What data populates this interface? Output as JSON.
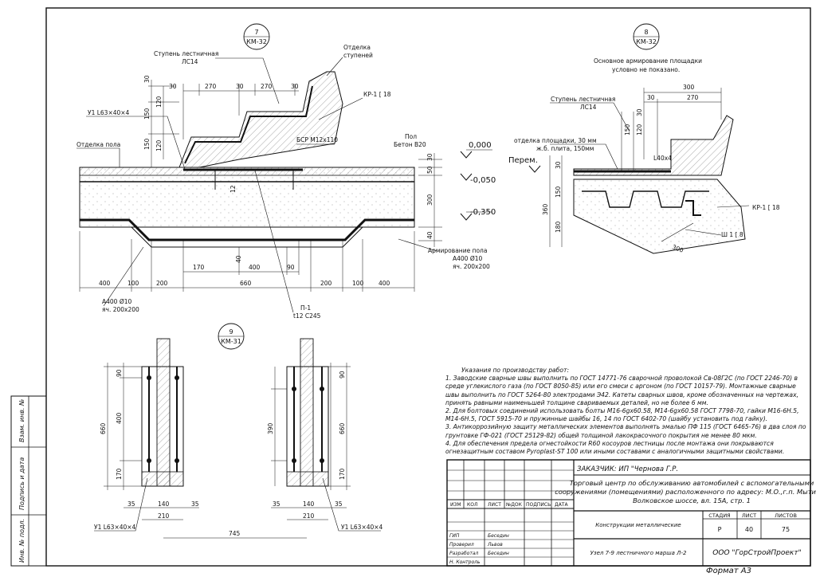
{
  "callouts": {
    "c7": {
      "num": "7",
      "sheet": "КМ-32"
    },
    "c8": {
      "num": "8",
      "sheet": "КМ-32"
    },
    "c9": {
      "num": "9",
      "sheet": "КМ-31"
    }
  },
  "labels": {
    "stair_step": "Ступень лестничная",
    "stair_step_code": "ЛС14",
    "step_finish_1": "Отделка",
    "step_finish_2": "ступеней",
    "kr1": "КР-1 [ 18",
    "u1": "У1 L63×40×4",
    "floor_finish": "Отделка пола",
    "bsr": "БСР М12х110",
    "floor_1": "Пол",
    "floor_2": "Бетон В20",
    "armir_1": "Армирование пола",
    "armir_2": "А400 Ø10",
    "armir_3": "яч. 200х200",
    "a400_1": "А400 Ø10",
    "a400_2": "яч. 200х200",
    "p1_1": "П-1",
    "p1_2": "t12 С245",
    "main_armir_1": "Основное армирование площадки",
    "main_armir_2": "условно не показано.",
    "platform_finish": "отделка площадки, 30 мм",
    "rc_slab": "ж.б. плита, 150мм",
    "l40": "L40x4",
    "perem": "Перем.",
    "sh1": "Ш 1 [ 8",
    "kr1_b": "КР-1 [ 18",
    "u1_left": "У1 L63×40×4",
    "u1_right": "У1 L63×40×4",
    "lev_0": "0,000",
    "lev_050": "-0,050",
    "lev_350": "-0,350"
  },
  "dims": {
    "d270a": "270",
    "d30a": "30",
    "d270b": "270",
    "d30b": "30",
    "d30c": "30",
    "v150a": "150",
    "v120a": "120",
    "v30a": "30",
    "v150b": "150",
    "v120b": "120",
    "v30r": "30",
    "v50r": "50",
    "v300r": "300",
    "v40r": "40",
    "v12": "12",
    "v40c": "40",
    "b400a": "400",
    "b100a": "100",
    "b200a": "200",
    "b660": "660",
    "b200b": "200",
    "b100b": "100",
    "b400b": "400",
    "m170": "170",
    "m400": "400",
    "m90": "90",
    "r300a": "300",
    "r30a": "30",
    "r270": "270",
    "r150": "150",
    "r120": "120",
    "r30b": "30",
    "r30c": "30",
    "r150b": "150",
    "r360": "360",
    "r180": "180",
    "r300b": "300",
    "l90": "90",
    "l400": "400",
    "l660": "660",
    "l170": "170",
    "l35a": "35",
    "l140": "140",
    "l35b": "35",
    "l210": "210",
    "rr90": "90",
    "rr390": "390",
    "rr660": "660",
    "rr170": "170",
    "rr35a": "35",
    "rr140": "140",
    "rr35b": "35",
    "rr210": "210",
    "d745": "745"
  },
  "notes": {
    "heading": "Указания по производству работ:",
    "items": [
      "1. Заводские сварные швы выполнить по ГОСТ 14771-76 сварочной проволокой Св-08Г2С (по ГОСТ 2246-70) в среде углекислого газа (по ГОСТ 8050-85) или его смеси с аргоном (по ГОСТ 10157-79). Монтажные сварные швы выполнить по ГОСТ 5264-80 электродами Э42. Катеты сварных швов, кроме обозначенных на чертежах, принять равными наименьшей толщине свариваемых деталей, но не более 6 мм.",
      "2. Для болтовых соединений использовать болты М16-6gх60.58, М14-6gх60.58 ГОСТ 7798-70, гайки М16-6Н.5, М14-6Н.5, ГОСТ 5915-70 и пружинные шайбы 16, 14 по ГОСТ 6402-70 (шайбу установить под гайку).",
      "3. Антикоррозийную защиту металлических элементов выполнять эмалью ПФ 115 (ГОСТ 6465-76) в два слоя по грунтовке ГФ-021 (ГОСТ 25129-82) общей толщиной лакокрасочного покрытия  не менее 80 мкм.",
      "4. Для обеспечения предела огнестойкости R60 косоуров лестницы после монтажа они покрываются огнезащитным составом Pyroplast-ST 100 или иными составами с аналогичными защитными свойствами."
    ]
  },
  "stamp": {
    "customer": "ЗАКАЗЧИК: ИП \"Чернова Г.Р.",
    "project_1": "Торговый центр по обслуживанию автомобилей с вспомогательными",
    "project_2": "сооружениями (помещениями) расположенного по адресу: М.О.,г.п. Мытищи,",
    "project_3": "Волковское шоссе, вл. 15А, стр. 1",
    "cols": [
      "ИЗМ",
      "КОЛ",
      "ЛИСТ",
      "№ДОК",
      "ПОДПИСЬ",
      "ДАТА"
    ],
    "section": "Конструкции металлические",
    "stage_h": "СТАДИЯ",
    "sheet_h": "ЛИСТ",
    "sheets_h": "ЛИСТОВ",
    "stage": "Р",
    "sheet": "40",
    "sheets": "75",
    "roles": [
      "ГИП",
      "Проверил",
      "Разработал",
      "Н. Контроль"
    ],
    "names": [
      "Беседин",
      "Львов",
      "Беседин",
      ""
    ],
    "title": "Узел 7-9  лестничного марша Л-2",
    "company": "ООО \"ГорСтройПроект\"",
    "format": "Формат А3"
  },
  "side": {
    "inv_z": "Взам. инв. №",
    "sign": "Подпись и дата",
    "inv_p": "Инв. № подл."
  }
}
